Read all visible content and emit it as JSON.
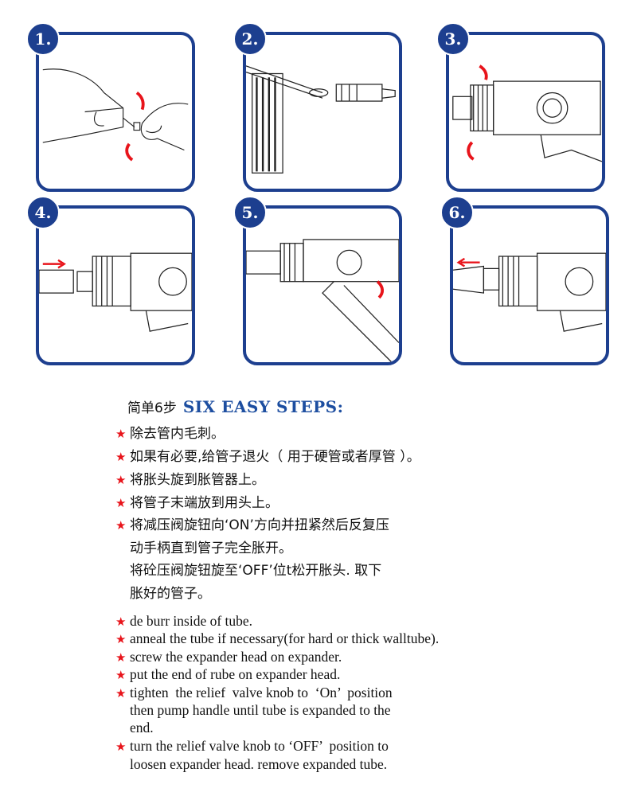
{
  "steps": [
    {
      "number": "1."
    },
    {
      "number": "2."
    },
    {
      "number": "3."
    },
    {
      "number": "4."
    },
    {
      "number": "5."
    },
    {
      "number": "6."
    }
  ],
  "heading": {
    "chinese": "简单6步",
    "english": "SIX EASY STEPS:"
  },
  "chinese_steps": [
    "除去管内毛刺。",
    "如果有必要,给管子退火（ 用于硬管或者厚管 ）。",
    "将胀头旋到胀管器上。",
    "将管子末端放到用头上。",
    "将减压阀旋钮向‘ON’方向并扭紧然后反复压",
    "动手柄直到管子完全胀开。",
    "将砼压阀旋钮旋至‘OFF’位t松开胀头. 取下",
    "胀好的管子。"
  ],
  "english_steps": [
    "de burr inside of tube.",
    "anneal the tube if necessary(for hard or thick walltube).",
    "screw the expander head on expander.",
    "put the end of rube on expander head.",
    "tighten  the relief  valve knob to  ‘On’  position",
    "then pump handle until tube is expanded to the",
    "end.",
    "turn the relief valve knob to ‘OFF’  position to",
    "loosen expander head. remove expanded tube."
  ],
  "colors": {
    "frame": "#1d3f8f",
    "star": "#e8141b",
    "title": "#1d4ea0",
    "arrow": "#e8141b"
  }
}
